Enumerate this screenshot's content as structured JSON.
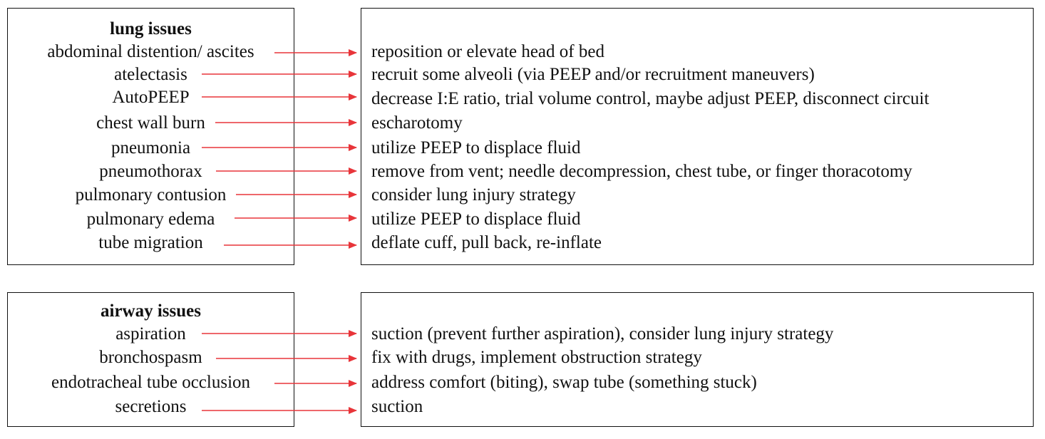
{
  "sections": [
    {
      "title": "lung issues",
      "rows": [
        {
          "problem": "abdominal distention/ ascites",
          "solution": "reposition or elevate head of bed"
        },
        {
          "problem": "atelectasis",
          "solution": "recruit some alveoli (via PEEP and/or recruitment maneuvers)"
        },
        {
          "problem": "AutoPEEP",
          "solution": "decrease I:E ratio, trial volume control, maybe adjust PEEP, disconnect circuit"
        },
        {
          "problem": "chest wall burn",
          "solution": "escharotomy"
        },
        {
          "problem": "pneumonia",
          "solution": "utilize PEEP to displace fluid"
        },
        {
          "problem": "pneumothorax",
          "solution": "remove from vent; needle decompression, chest tube, or finger thoracotomy"
        },
        {
          "problem": "pulmonary contusion",
          "solution": "consider lung injury strategy"
        },
        {
          "problem": "pulmonary edema",
          "solution": "utilize PEEP to displace fluid"
        },
        {
          "problem": "tube migration",
          "solution": "deflate cuff, pull back, re-inflate"
        }
      ]
    },
    {
      "title": "airway issues",
      "rows": [
        {
          "problem": "aspiration",
          "solution": "suction (prevent further aspiration), consider lung injury strategy"
        },
        {
          "problem": "bronchospasm",
          "solution": "fix with drugs, implement obstruction strategy"
        },
        {
          "problem": "endotracheal tube occlusion",
          "solution": "address comfort (biting), swap tube (something stuck)"
        },
        {
          "problem": "secretions",
          "solution": "suction"
        }
      ]
    }
  ],
  "colors": {
    "arrow": "#e8353a",
    "border": "#111111",
    "text": "#111111"
  }
}
